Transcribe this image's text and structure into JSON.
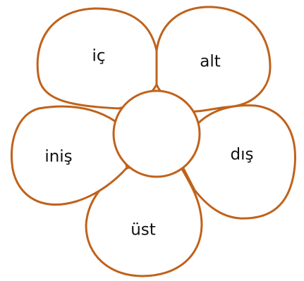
{
  "diagram": {
    "outline_color": "#c0621b",
    "petals": [
      {
        "label": "iç"
      },
      {
        "label": "alt"
      },
      {
        "label": "dış"
      },
      {
        "label": "üst"
      },
      {
        "label": "iniş"
      }
    ]
  }
}
